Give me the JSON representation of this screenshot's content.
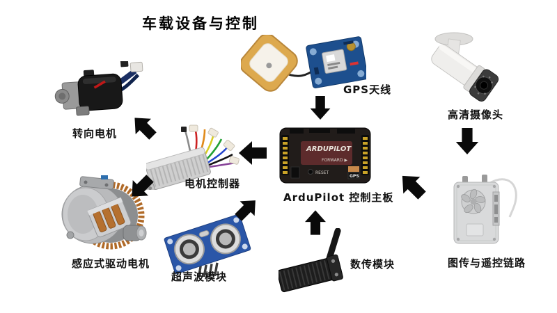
{
  "title": "车载设备与控制",
  "components": {
    "steering_motor": {
      "label": "转向电机"
    },
    "gps": {
      "label": "GPS天线"
    },
    "camera": {
      "label": "高清摄像头"
    },
    "motor_controller": {
      "label": "电机控制器"
    },
    "ardupilot": {
      "label": "ArduPilot 控制主板",
      "board_texts": {
        "brand": "ARDUPILOT",
        "forward": "FORWARD ▶",
        "reset": "RESET",
        "gps": "GPS"
      }
    },
    "induction_motor": {
      "label": "感应式驱动电机"
    },
    "ultrasonic": {
      "label": "超声波模块"
    },
    "telemetry": {
      "label": "数传模块"
    },
    "video_link": {
      "label": "图传与遥控链路"
    }
  },
  "connections": [
    {
      "from": "GPS天线",
      "to": "ArduPilot 控制主板",
      "direction": "down"
    },
    {
      "from": "高清摄像头",
      "to": "图传与遥控链路",
      "direction": "down"
    },
    {
      "from": "图传与遥控链路",
      "to": "ArduPilot 控制主板",
      "direction": "up-left"
    },
    {
      "from": "ArduPilot 控制主板",
      "to": "电机控制器",
      "direction": "left"
    },
    {
      "from": "电机控制器",
      "to": "转向电机",
      "direction": "up-left"
    },
    {
      "from": "电机控制器",
      "to": "感应式驱动电机",
      "direction": "down-left"
    },
    {
      "from": "超声波模块",
      "to": "ArduPilot 控制主板",
      "direction": "up-right"
    },
    {
      "from": "数传模块",
      "to": "ArduPilot 控制主板",
      "direction": "up"
    }
  ],
  "colors": {
    "background": "#ffffff",
    "arrow": "#0a0a0a",
    "gps_pcb_blue": "#1d4f8e",
    "ceramic_gold": "#dda94e",
    "ultrasonic_blue": "#2a56a8",
    "ardupilot_maroon": "#5d2b2c",
    "aluminum": "#cfcfcf"
  }
}
